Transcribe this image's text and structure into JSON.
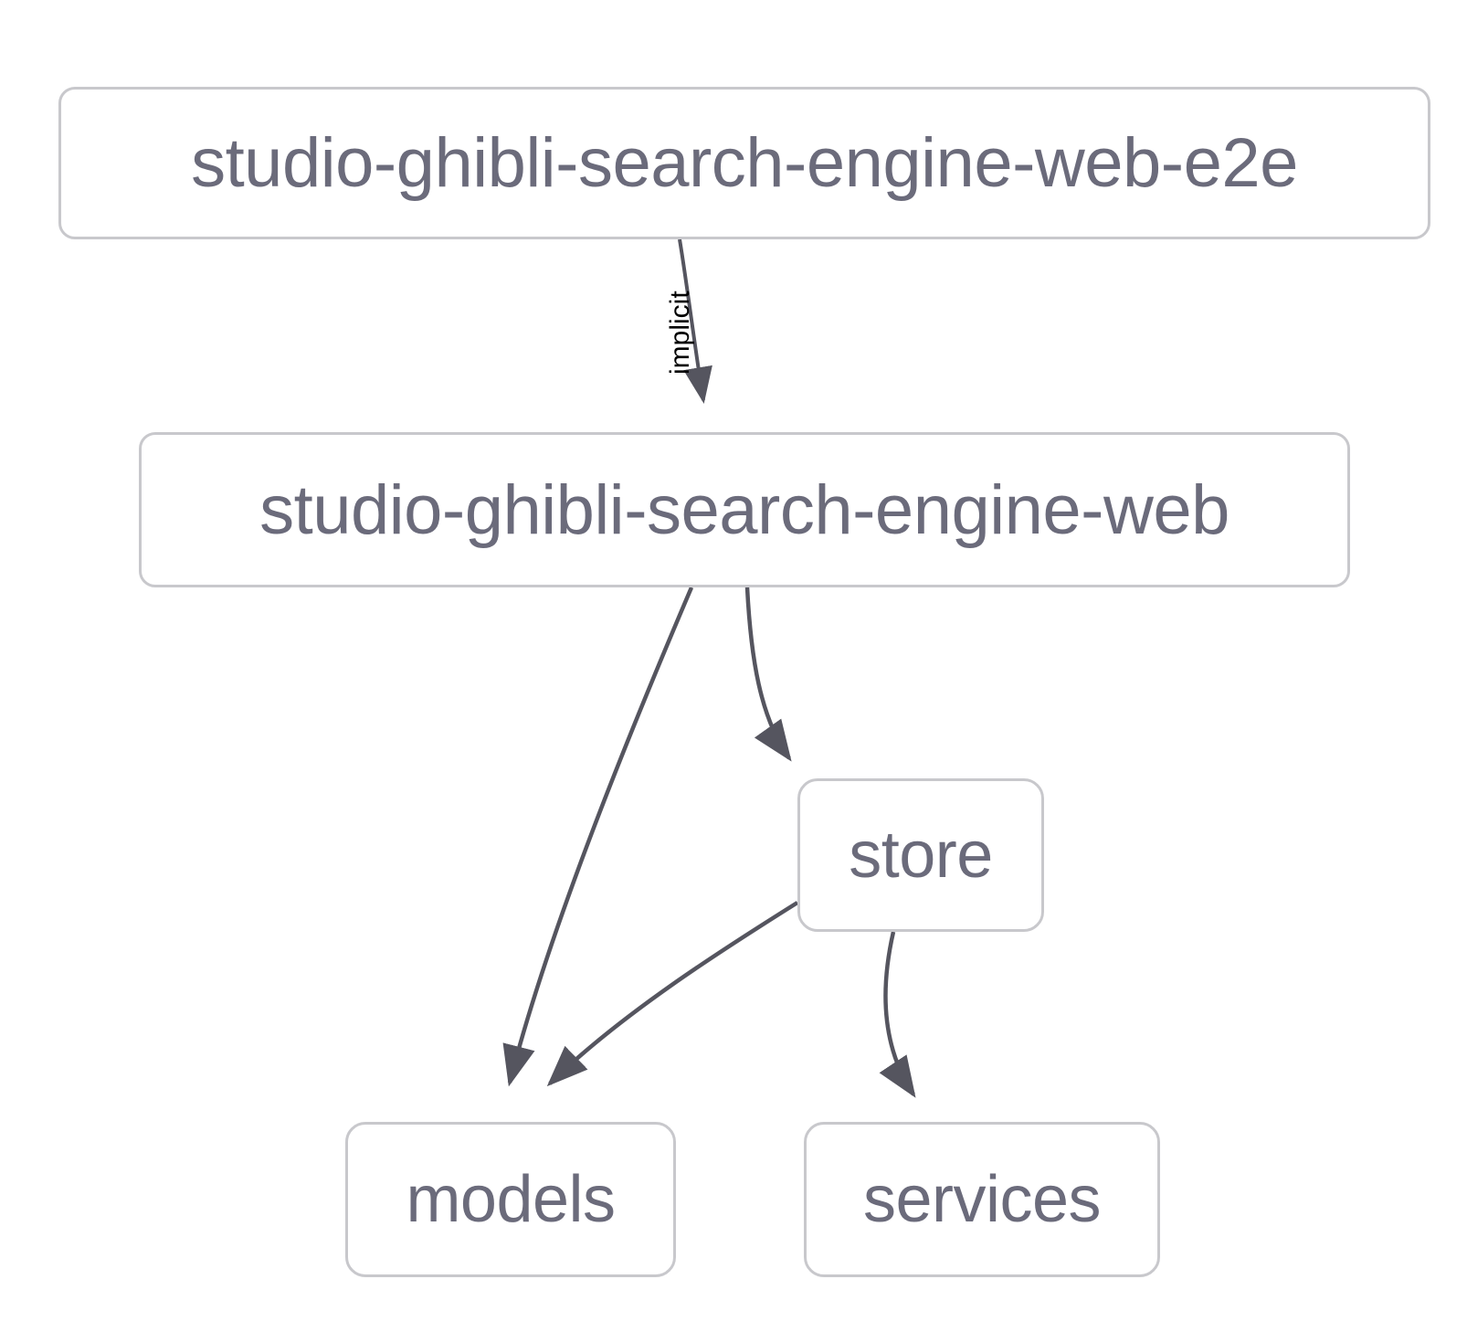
{
  "diagram": {
    "type": "dependency-graph",
    "title": "",
    "background_color": "#ffffff",
    "node_border_color": "#c8c8cc",
    "node_fill_color": "#ffffff",
    "node_text_color": "#6b6b7b",
    "edge_color": "#55555f",
    "edge_label_color": "#000000",
    "nodes": [
      {
        "id": "e2e",
        "label": "studio-ghibli-search-engine-web-e2e"
      },
      {
        "id": "web",
        "label": "studio-ghibli-search-engine-web"
      },
      {
        "id": "store",
        "label": "store"
      },
      {
        "id": "models",
        "label": "models"
      },
      {
        "id": "services",
        "label": "services"
      }
    ],
    "edges": [
      {
        "from": "e2e",
        "to": "web",
        "label": "implicit",
        "label_rotation": "-90deg"
      },
      {
        "from": "web",
        "to": "models",
        "label": ""
      },
      {
        "from": "web",
        "to": "store",
        "label": ""
      },
      {
        "from": "store",
        "to": "models",
        "label": ""
      },
      {
        "from": "store",
        "to": "services",
        "label": ""
      }
    ]
  }
}
